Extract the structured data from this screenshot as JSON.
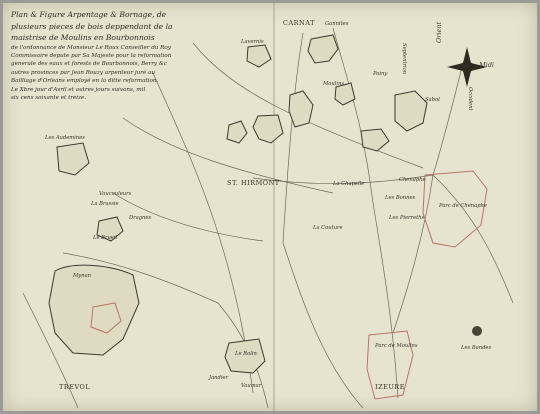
{
  "cartouche": {
    "title_lines": [
      "Plan & Figure Arpentage & Bornage, de",
      "plusieurs pieces de bois deppendant de la",
      "maistrise de Moulins en Bourbonnois"
    ],
    "body_lines": [
      "de l'ordonnance de Monsieur Le Roux Conseiller du Roy",
      "Commissaire depute par Sa Majeste pour la reformation",
      "generale des eaux et forests de Bourbonnois, Berry &c",
      "autres provinces par Jean Rouzy arpenteur juré au",
      "Bailliage d'Orleans employé en la ditte reformation.",
      "Le Xbre jour d'Avril et autres jours suivans, mil",
      "six cens soixante et treize."
    ]
  },
  "places": {
    "carnat": "CARNAT",
    "gannites": "Gannites",
    "lavernis": "Lavernis",
    "maulins": "Maulins",
    "painy": "Painy",
    "sabot": "Sabot",
    "orient": "Orient",
    "midi": "Midi",
    "septentrion": "Septentrion",
    "occident": "Occident",
    "les_audemines": "Les Audemines",
    "vaucouleurs": "Vaucouleurs",
    "la_brassie": "La Brassie",
    "dragnes": "Dragnes",
    "le_brueil": "Le Brueil",
    "st_hirmont": "St. HIRMONT",
    "la_chapelle": "La Chapelle",
    "la_couture": "La Couture",
    "chenaphe": "Chenaphe",
    "les_bonnes": "Les Bonnes",
    "les_pierreths": "Les Pierreths",
    "parc_de_chenaphe": "Parc de Chenaphe",
    "mynam": "Mynan",
    "le_rolin": "Le Rolin",
    "jandier": "Jandier",
    "vaumar": "Vaumar",
    "trevol": "TREVOL",
    "izeure": "IZEURE",
    "les_bandes": "Les Bandes",
    "parc_de_moulins": "Parc de Moulins"
  }
}
